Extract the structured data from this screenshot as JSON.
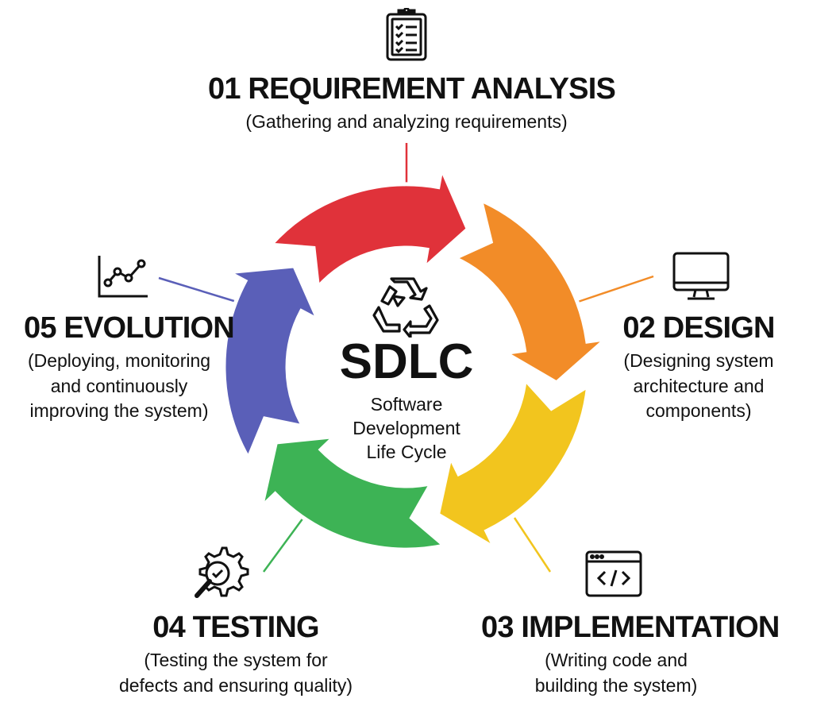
{
  "center": {
    "title": "SDLC",
    "subtitle_lines": [
      "Software Development",
      "Life Cycle"
    ],
    "icon": "recycle-icon"
  },
  "stages": [
    {
      "id": "requirement",
      "title": "01 REQUIREMENT ANALYSIS",
      "desc_lines": [
        "(Gathering and analyzing requirements)"
      ],
      "icon": "clipboard-checklist-icon",
      "color": "#E0323A"
    },
    {
      "id": "design",
      "title": "02 DESIGN",
      "desc_lines": [
        "(Designing system",
        "architecture and",
        "components)"
      ],
      "icon": "monitor-icon",
      "color": "#F28C28"
    },
    {
      "id": "implementation",
      "title": "03 IMPLEMENTATION",
      "desc_lines": [
        "(Writing code and",
        "building the system)"
      ],
      "icon": "code-window-icon",
      "color": "#F2C51E"
    },
    {
      "id": "testing",
      "title": "04 TESTING",
      "desc_lines": [
        "(Testing the system for",
        "defects and ensuring quality)"
      ],
      "icon": "gear-magnifier-check-icon",
      "color": "#3DB355"
    },
    {
      "id": "evolution",
      "title": "05 EVOLUTION",
      "desc_lines": [
        "(Deploying, monitoring",
        "and continuously",
        "improving the system)"
      ],
      "icon": "line-chart-icon",
      "color": "#5A5FB8"
    }
  ]
}
